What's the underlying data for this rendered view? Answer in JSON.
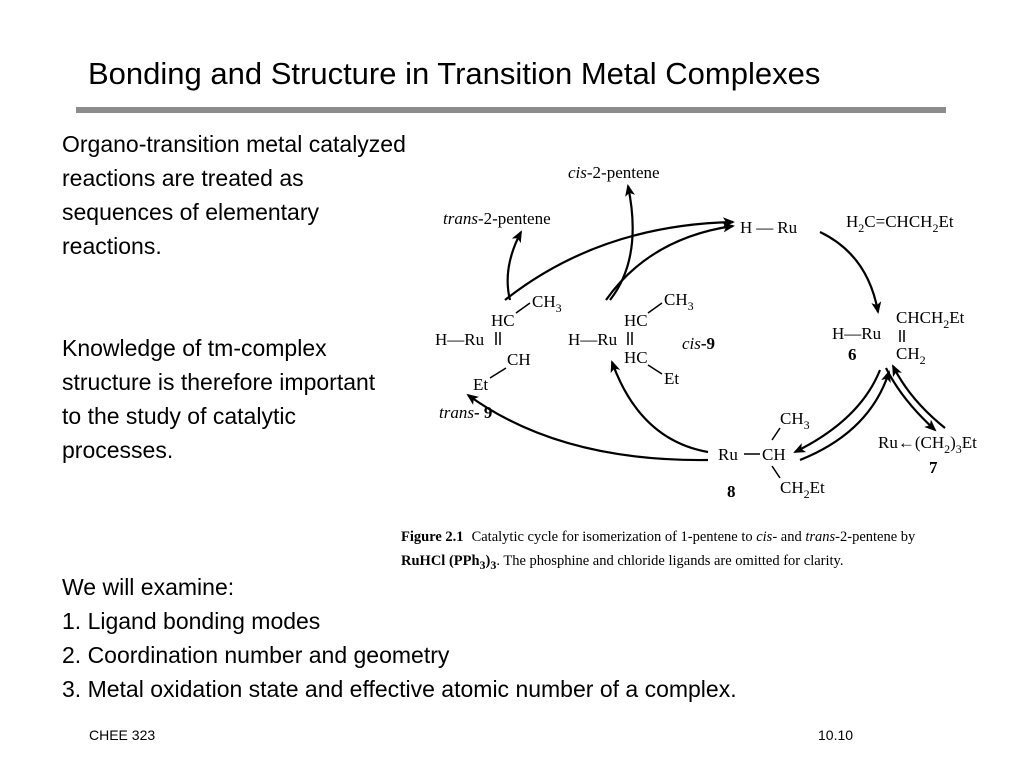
{
  "slide": {
    "title": "Bonding and Structure in Transition Metal Complexes",
    "para1_lines": [
      "Organo-transition metal catalyzed",
      "reactions are treated as",
      "sequences of elementary",
      "reactions."
    ],
    "para2_lines": [
      "Knowledge of tm-complex",
      "structure is therefore important",
      "to the study of catalytic",
      "processes."
    ],
    "examine_lines": [
      "We will examine:",
      "1. Ligand bonding modes",
      "2. Coordination number and geometry",
      "3. Metal oxidation state and effective atomic number of a complex."
    ],
    "footer_left": "CHEE 323",
    "footer_right": "10.10"
  },
  "scheme": {
    "cis_product": {
      "prefix": "cis",
      "name": "-2-pentene"
    },
    "trans_product": {
      "prefix": "trans",
      "name": "-2-pentene"
    },
    "hydride": {
      "h": "H",
      "dash": "—",
      "ru": "Ru"
    },
    "substrate": {
      "a": "H",
      "sub1": "2",
      "b": "C=CHCH",
      "sub2": "2",
      "c": "Et"
    },
    "complex6": {
      "h_ru": "H—Ru",
      "bond": "—||",
      "top": "CHCH",
      "top_sub": "2",
      "top_end": "Et",
      "bottom": "CH",
      "bottom_sub": "2",
      "number": "6"
    },
    "complex7": {
      "ru": "Ru",
      "arrow": "←",
      "chain": "(CH",
      "chain_sub": "2",
      "chain_end": ")",
      "chain_sub2": "3",
      "tail": "Et",
      "number": "7"
    },
    "complex8": {
      "ru": "Ru",
      "ch": "CH",
      "ch3": "CH",
      "ch3_sub": "3",
      "bottom": "CH",
      "bottom_sub": "2",
      "bottom_end": "Et",
      "number": "8"
    },
    "cis9": {
      "h_ru": "H—Ru",
      "hc_top": "HC",
      "hc_bottom": "HC",
      "ch3": "CH",
      "ch3_sub": "3",
      "et": "Et",
      "prefix": "cis",
      "label": "-9"
    },
    "trans9": {
      "h_ru": "H—Ru",
      "hc": "HC",
      "ch": "CH",
      "ch3": "CH",
      "ch3_sub": "3",
      "et": "Et",
      "prefix": "trans",
      "label": "- 9"
    },
    "caption": {
      "figure": "Figure 2.1",
      "line1_text": "Catalytic cycle for isomerization of 1-pentene to ",
      "cis": "cis",
      "line1_mid": "- and ",
      "trans": "trans",
      "line1_end": "-2-pentene by",
      "line2_reagent": "RuHCl (PPh",
      "line2_sub": "3",
      "line2_reagent_end": ")",
      "line2_sub2": "3",
      "line2_text": ".  The phosphine and chloride ligands are omitted for clarity."
    }
  }
}
